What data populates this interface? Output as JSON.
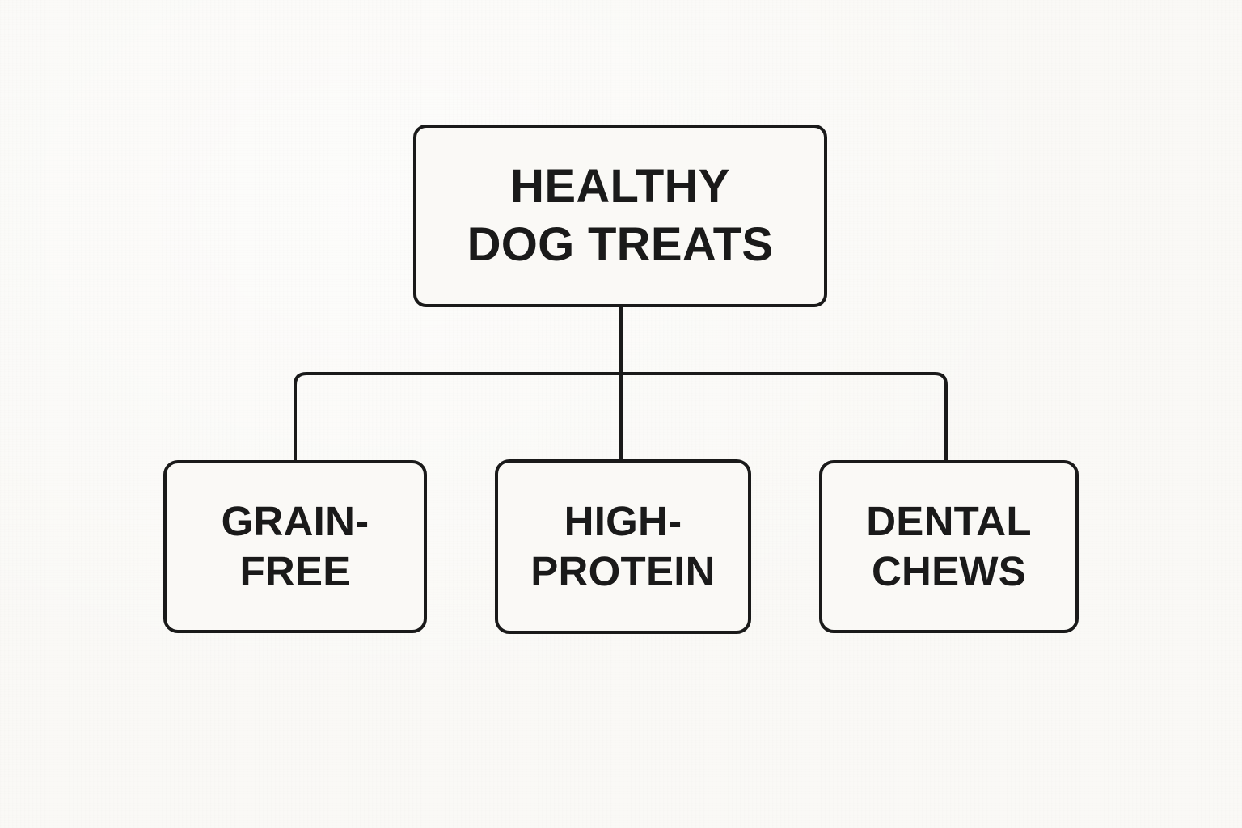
{
  "diagram": {
    "type": "hierarchy-tree",
    "orientation": "top-down",
    "background_color": "#faf9f6",
    "line_color": "#1a1a1a",
    "text_color": "#1a1a1a",
    "root": {
      "id": "healthy-dog-treats",
      "label": "HEALTHY\nDOG TREATS",
      "line1": "HEALTHY",
      "line2": "DOG TREATS"
    },
    "children": [
      {
        "id": "grain-free",
        "label": "GRAIN-\nFREE",
        "line1": "GRAIN-",
        "line2": "FREE"
      },
      {
        "id": "high-protein",
        "label": "HIGH-\nPROTEIN",
        "line1": "HIGH-",
        "line2": "PROTEIN"
      },
      {
        "id": "dental-chews",
        "label": "DENTAL\nCHEWS",
        "line1": "DENTAL",
        "line2": "CHEWS"
      }
    ]
  }
}
